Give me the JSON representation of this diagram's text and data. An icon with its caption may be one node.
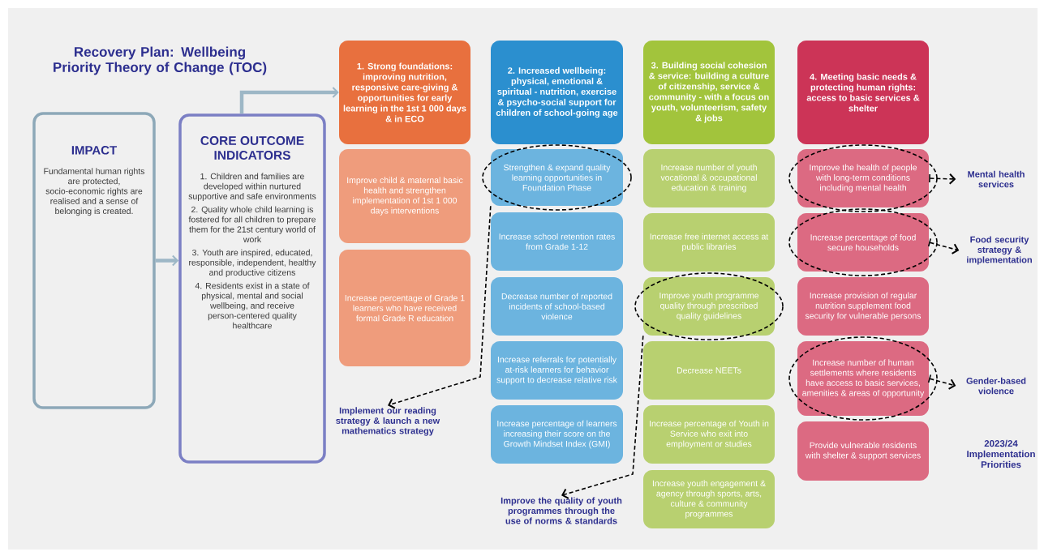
{
  "diagram": {
    "title": "Recovery Plan: Wellbeing Priority Theory of Change (TOC)",
    "nodes": [
      {
        "text": [
          "IMPACT",
          "Fundamental human rights are protected, socio-economic rights are realised and a sense of belonging is created."
        ]
      },
      {
        "text": [
          "CORE OUTCOME INDICATORS",
          "1. Children and families are developed within nurtured supportive and safe environments",
          "2. Quality whole child learning is fostered for all children to prepare them for the 21st century world of work",
          "3. Youth are inspired, educated, responsible, independent, healthy and productive citizens",
          "4. Residents exist in a state of physical, mental and social wellbeing, and receive person-centered quality healthcare"
        ]
      },
      {
        "text": [
          "1. Strong foundations: improving nutrition, responsive care-giving & opportunities for early learning in the 1st 1 000 days & in ECO"
        ]
      },
      {
        "text": [
          "Improve child & maternal basic health and strengthen implementation of 1st 1 000 days interventions"
        ]
      },
      {
        "text": [
          "Increase percentage of Grade 1 learners who have received formal Grade R education"
        ]
      },
      {
        "text": [
          "2. Increased wellbeing: physical, emotional & spiritual - nutrition, exercise & psycho-social support for children of school-going age"
        ]
      },
      {
        "text": [
          "Strengthen & expand quality learning opportunities in Foundation Phase"
        ]
      },
      {
        "text": [
          "Increase school retention rates from Grade 1-12"
        ]
      },
      {
        "text": [
          "Decrease number of reported incidents of school-based violence"
        ]
      },
      {
        "text": [
          "Increase referrals for potentially at-risk learners for behavior support to decrease relative risk"
        ]
      },
      {
        "text": [
          "Increase percentage of learners increasing their score on the Growth Mindset Index (GMI)"
        ]
      },
      {
        "text": [
          "3. Building social cohesion & service: building a culture of citizenship, service & community - with a focus on youth, volunteerism, safety & jobs"
        ]
      },
      {
        "text": [
          "Increase number of youth vocational & occupational education & training"
        ]
      },
      {
        "text": [
          "Increase free internet access at public libraries"
        ]
      },
      {
        "text": [
          "Improve youth programme quality through prescribed quality guidelines"
        ]
      },
      {
        "text": [
          "Decrease NEETs"
        ]
      },
      {
        "text": [
          "Increase percentage of Youth in Service who exit into employment or studies"
        ]
      },
      {
        "text": [
          "Increase youth engagement & agency through sports, arts, culture & community programmes"
        ]
      },
      {
        "text": [
          "4. Meeting basic needs & protecting human rights: access to basic services & shelter"
        ]
      },
      {
        "text": [
          "Improve the health of people with long-term conditions including mental health"
        ]
      },
      {
        "text": [
          "Increase percentage of food secure households"
        ]
      },
      {
        "text": [
          "Increase provision of regular nutrition supplement food security for vulnerable persons"
        ]
      },
      {
        "text": [
          "Increase number of human settlements where residents have access to basic services, amenities & areas of opportunity"
        ]
      },
      {
        "text": [
          "Provide vulnerable residents with shelter & support services"
        ]
      },
      {
        "text": [
          "Implement our reading strategy & launch a new mathematics strategy"
        ]
      },
      {
        "text": [
          "Improve the quality of youth programmes through the use of norms & standards"
        ]
      },
      {
        "text": [
          "Mental health services"
        ]
      },
      {
        "text": [
          "Food security strategy & implementation"
        ]
      },
      {
        "text": [
          "Gender-based violence"
        ]
      }
    ],
    "edges": [
      {
        "from": 0,
        "to": 1,
        "arrow": "to",
        "style": "thick",
        "color": "#9db7c6"
      },
      {
        "from": 1,
        "to": 2,
        "arrow": "to",
        "style": "thick",
        "color": "#9db7c6"
      },
      {
        "from": 6,
        "to": 24,
        "arrow": "to",
        "style": "dashed"
      },
      {
        "from": 14,
        "to": 25,
        "arrow": "to",
        "style": "dashed"
      },
      {
        "from": 19,
        "to": 26,
        "arrow": "to",
        "style": "dashed"
      },
      {
        "from": 20,
        "to": 27,
        "arrow": "to",
        "style": "dashed"
      },
      {
        "from": 22,
        "to": 28,
        "arrow": "to",
        "style": "dashed"
      }
    ],
    "labels": [
      "2023/24 Implementation Priorities"
    ]
  }
}
